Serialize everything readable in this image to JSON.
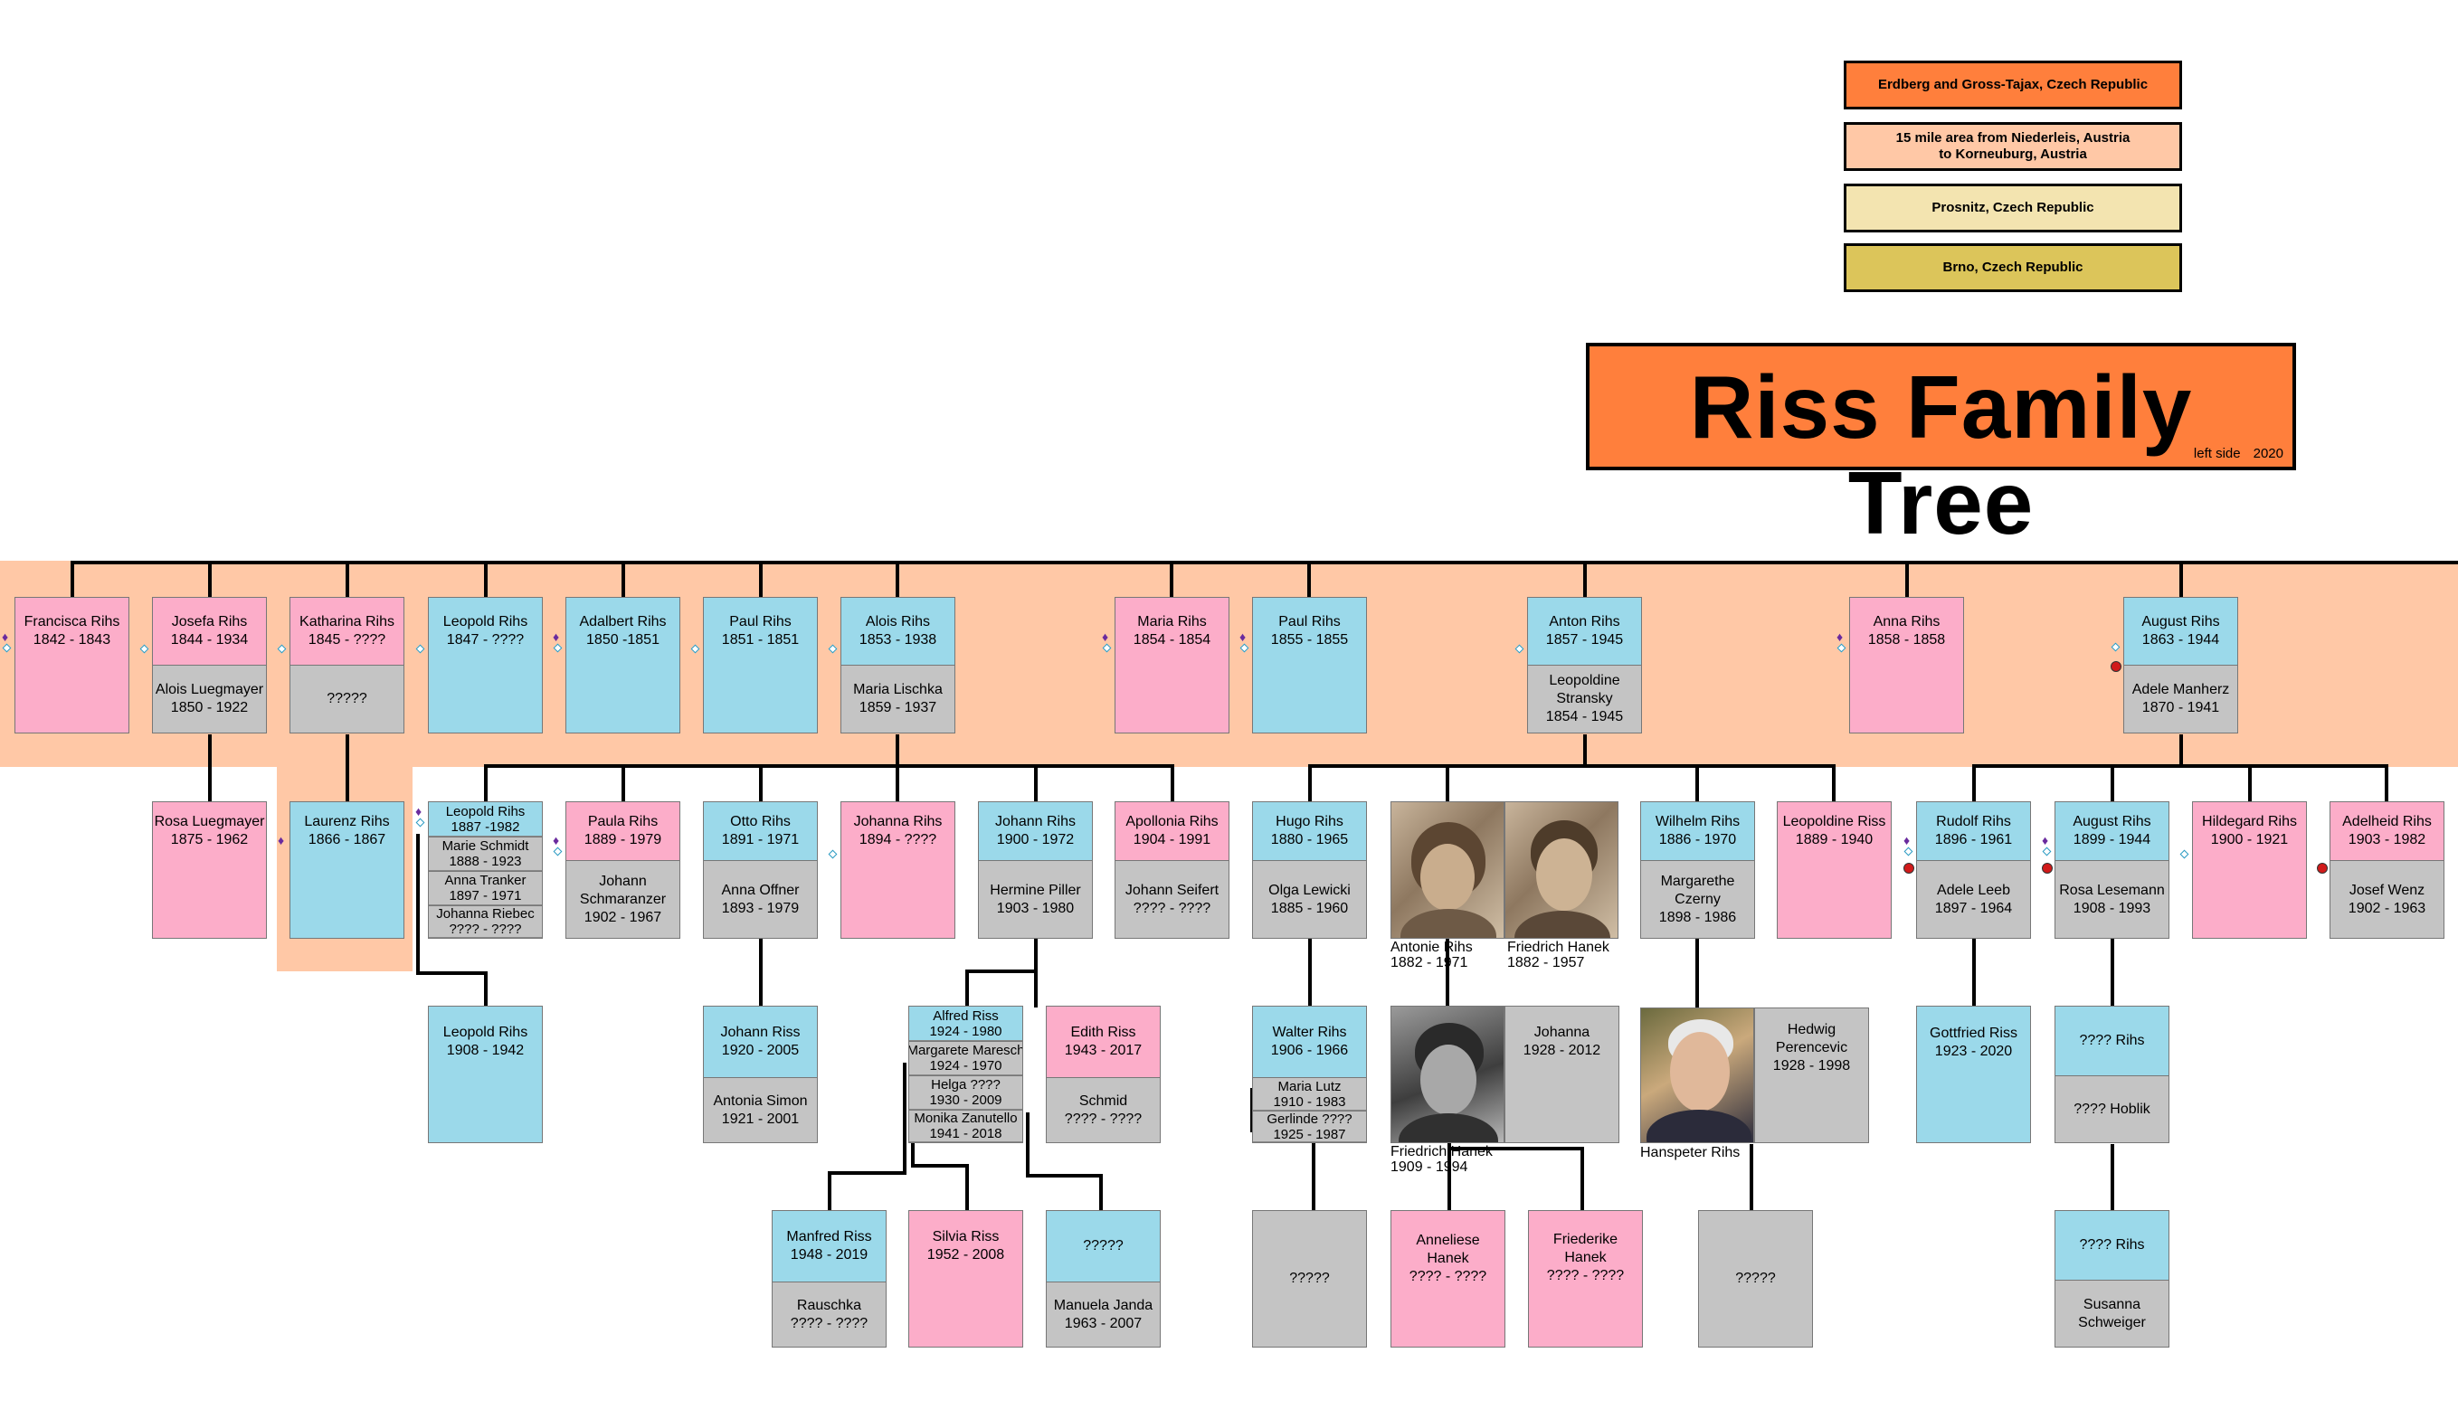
{
  "title": {
    "text": "Riss Family Tree",
    "side": "left side",
    "year": "2020",
    "color": "#ff7f3c"
  },
  "legend": [
    {
      "label": [
        "Erdberg and Gross-Tajax, Czech Republic"
      ],
      "color": "#ff7f3c"
    },
    {
      "label": [
        "15 mile area from Niederleis, Austria",
        "to Korneuburg, Austria"
      ],
      "color": "#ffc8a6"
    },
    {
      "label": [
        "Prosnitz, Czech Republic"
      ],
      "color": "#f3e4b0"
    },
    {
      "label": [
        "Brno, Czech Republic"
      ],
      "color": "#dcc55a"
    }
  ],
  "colors": {
    "male": "#9bd9ea",
    "female": "#fcadc9",
    "spouse": "#c4c4c4",
    "region": "#ffc8a6",
    "line": "#000000"
  },
  "generation1": [
    {
      "name": "Francisca Rihs",
      "dates": "1842 - 1843",
      "sex": "female"
    },
    {
      "name": "Josefa Rihs",
      "dates": "1844 - 1934",
      "sex": "female",
      "spouse": [
        "Alois Luegmayer",
        "1850 - 1922"
      ]
    },
    {
      "name": "Katharina Rihs",
      "dates": "1845 - ????",
      "sex": "female",
      "spouse": [
        "?????"
      ]
    },
    {
      "name": "Leopold Rihs",
      "dates": "1847 - ????",
      "sex": "male"
    },
    {
      "name": "Adalbert Rihs",
      "dates": "1850 -1851",
      "sex": "male"
    },
    {
      "name": "Paul Rihs",
      "dates": "1851 - 1851",
      "sex": "male"
    },
    {
      "name": "Alois Rihs",
      "dates": "1853 - 1938",
      "sex": "male",
      "spouse": [
        "Maria Lischka",
        "1859 - 1937"
      ]
    },
    {
      "name": "Maria Rihs",
      "dates": "1854 - 1854",
      "sex": "female"
    },
    {
      "name": "Paul Rihs",
      "dates": "1855 - 1855",
      "sex": "male"
    },
    {
      "name": "Anton Rihs",
      "dates": "1857 - 1945",
      "sex": "male",
      "spouse": [
        "Leopoldine",
        "Stransky",
        "1854 - 1945"
      ]
    },
    {
      "name": "Anna Rihs",
      "dates": "1858 - 1858",
      "sex": "female"
    },
    {
      "name": "August Rihs",
      "dates": "1863 - 1944",
      "sex": "male",
      "spouse": [
        "Adele Manherz",
        "1870 - 1941"
      ]
    }
  ],
  "generation2": [
    {
      "name": "Rosa Luegmayer",
      "dates": "1875 - 1962",
      "sex": "female"
    },
    {
      "name": "Laurenz Rihs",
      "dates": "1866 - 1867",
      "sex": "male"
    },
    {
      "name": "Leopold Rihs",
      "dates": "1887 -1982",
      "sex": "male",
      "spouses": [
        [
          "Marie Schmidt",
          "1888 - 1923"
        ],
        [
          "Anna Tranker",
          "1897 - 1971"
        ],
        [
          "Johanna Riebec",
          "???? - ????"
        ]
      ]
    },
    {
      "name": "Paula Rihs",
      "dates": "1889 - 1979",
      "sex": "female",
      "spouse": [
        "Johann",
        "Schmaranzer",
        "1902 - 1967"
      ]
    },
    {
      "name": "Otto Rihs",
      "dates": "1891 - 1971",
      "sex": "male",
      "spouse": [
        "Anna Offner",
        "1893 - 1979"
      ]
    },
    {
      "name": "Johanna Rihs",
      "dates": "1894 - ????",
      "sex": "female"
    },
    {
      "name": "Johann Rihs",
      "dates": "1900 - 1972",
      "sex": "male",
      "spouse": [
        "Hermine Piller",
        "1903 - 1980"
      ]
    },
    {
      "name": "Apollonia Rihs",
      "dates": "1904 - 1991",
      "sex": "female",
      "spouse": [
        "Johann Seifert",
        "???? - ????"
      ]
    },
    {
      "name": "Hugo Rihs",
      "dates": "1880 - 1965",
      "sex": "male",
      "spouse": [
        "Olga Lewicki",
        "1885 - 1960"
      ]
    },
    {
      "name": "Antonie Rihs",
      "dates": "1882 - 1971",
      "sex": "female",
      "photo": true
    },
    {
      "name": "Friedrich Hanek",
      "dates": "1882 - 1957",
      "sex": "male",
      "photo": true
    },
    {
      "name": "Wilhelm Rihs",
      "dates": "1886 - 1970",
      "sex": "male",
      "spouse": [
        "Margarethe",
        "Czerny",
        "1898 - 1986"
      ]
    },
    {
      "name": "Leopoldine Riss",
      "dates": "1889 - 1940",
      "sex": "female"
    },
    {
      "name": "Rudolf Rihs",
      "dates": "1896 - 1961",
      "sex": "male",
      "spouse": [
        "Adele Leeb",
        "1897 - 1964"
      ]
    },
    {
      "name": "August Rihs",
      "dates": "1899 - 1944",
      "sex": "male",
      "spouse": [
        "Rosa Lesemann",
        "1908 - 1993"
      ]
    },
    {
      "name": "Hildegard Rihs",
      "dates": "1900 - 1921",
      "sex": "female"
    },
    {
      "name": "Adelheid Rihs",
      "dates": "1903 - 1982",
      "sex": "female",
      "spouse": [
        "Josef Wenz",
        "1902 - 1963"
      ]
    }
  ],
  "generation3": [
    {
      "name": "Leopold Rihs",
      "dates": "1908 - 1942",
      "sex": "male"
    },
    {
      "name": "Johann Riss",
      "dates": "1920 - 2005",
      "sex": "male",
      "spouse": [
        "Antonia Simon",
        "1921 - 2001"
      ]
    },
    {
      "name": "Alfred Riss",
      "dates": "1924 - 1980",
      "sex": "male",
      "spouses": [
        [
          "Margarete Maresch",
          "1924 - 1970"
        ],
        [
          "Helga ????",
          "1930 - 2009"
        ],
        [
          "Monika Zanutello",
          "1941 - 2018"
        ]
      ]
    },
    {
      "name": "Edith Riss",
      "dates": "1943 - 2017",
      "sex": "female",
      "spouse": [
        "Schmid",
        "???? - ????"
      ]
    },
    {
      "name": "Walter Rihs",
      "dates": "1906 - 1966",
      "sex": "male",
      "spouses": [
        [
          "Maria Lutz",
          "1910 - 1983"
        ],
        [
          "Gerlinde ????",
          "1925 - 1987"
        ]
      ]
    },
    {
      "name": "Friedrich Hanek",
      "dates": "1909 - 1994",
      "sex": "male",
      "photo": true,
      "spouse": [
        "Johanna",
        "1928 - 2012"
      ]
    },
    {
      "name": "Hanspeter Rihs",
      "sex": "male",
      "photo": true,
      "spouse": [
        "Hedwig",
        "Perencevic",
        "1928 - 1998"
      ]
    },
    {
      "name": "Gottfried Riss",
      "dates": "1923 - 2020",
      "sex": "male"
    },
    {
      "name": "???? Rihs",
      "sex": "male",
      "spouse": [
        "???? Hoblik"
      ]
    }
  ],
  "generation4": [
    {
      "name": "Manfred Riss",
      "dates": "1948 - 2019",
      "sex": "male",
      "spouse": [
        "Rauschka",
        "???? - ????"
      ]
    },
    {
      "name": "Silvia Riss",
      "dates": "1952 - 2008",
      "sex": "female"
    },
    {
      "name": "?????",
      "sex": "male",
      "spouse": [
        "Manuela Janda",
        "1963 - 2007"
      ]
    },
    {
      "name": "?????",
      "sex": "unknown"
    },
    {
      "name": "Anneliese",
      "name2": "Hanek",
      "dates": "???? - ????",
      "sex": "female"
    },
    {
      "name": "Friederike",
      "name2": "Hanek",
      "dates": "???? - ????",
      "sex": "female"
    },
    {
      "name": "?????",
      "sex": "unknown"
    },
    {
      "name": "???? Rihs",
      "sex": "male",
      "spouse": [
        "Susanna",
        "Schweiger"
      ]
    }
  ]
}
